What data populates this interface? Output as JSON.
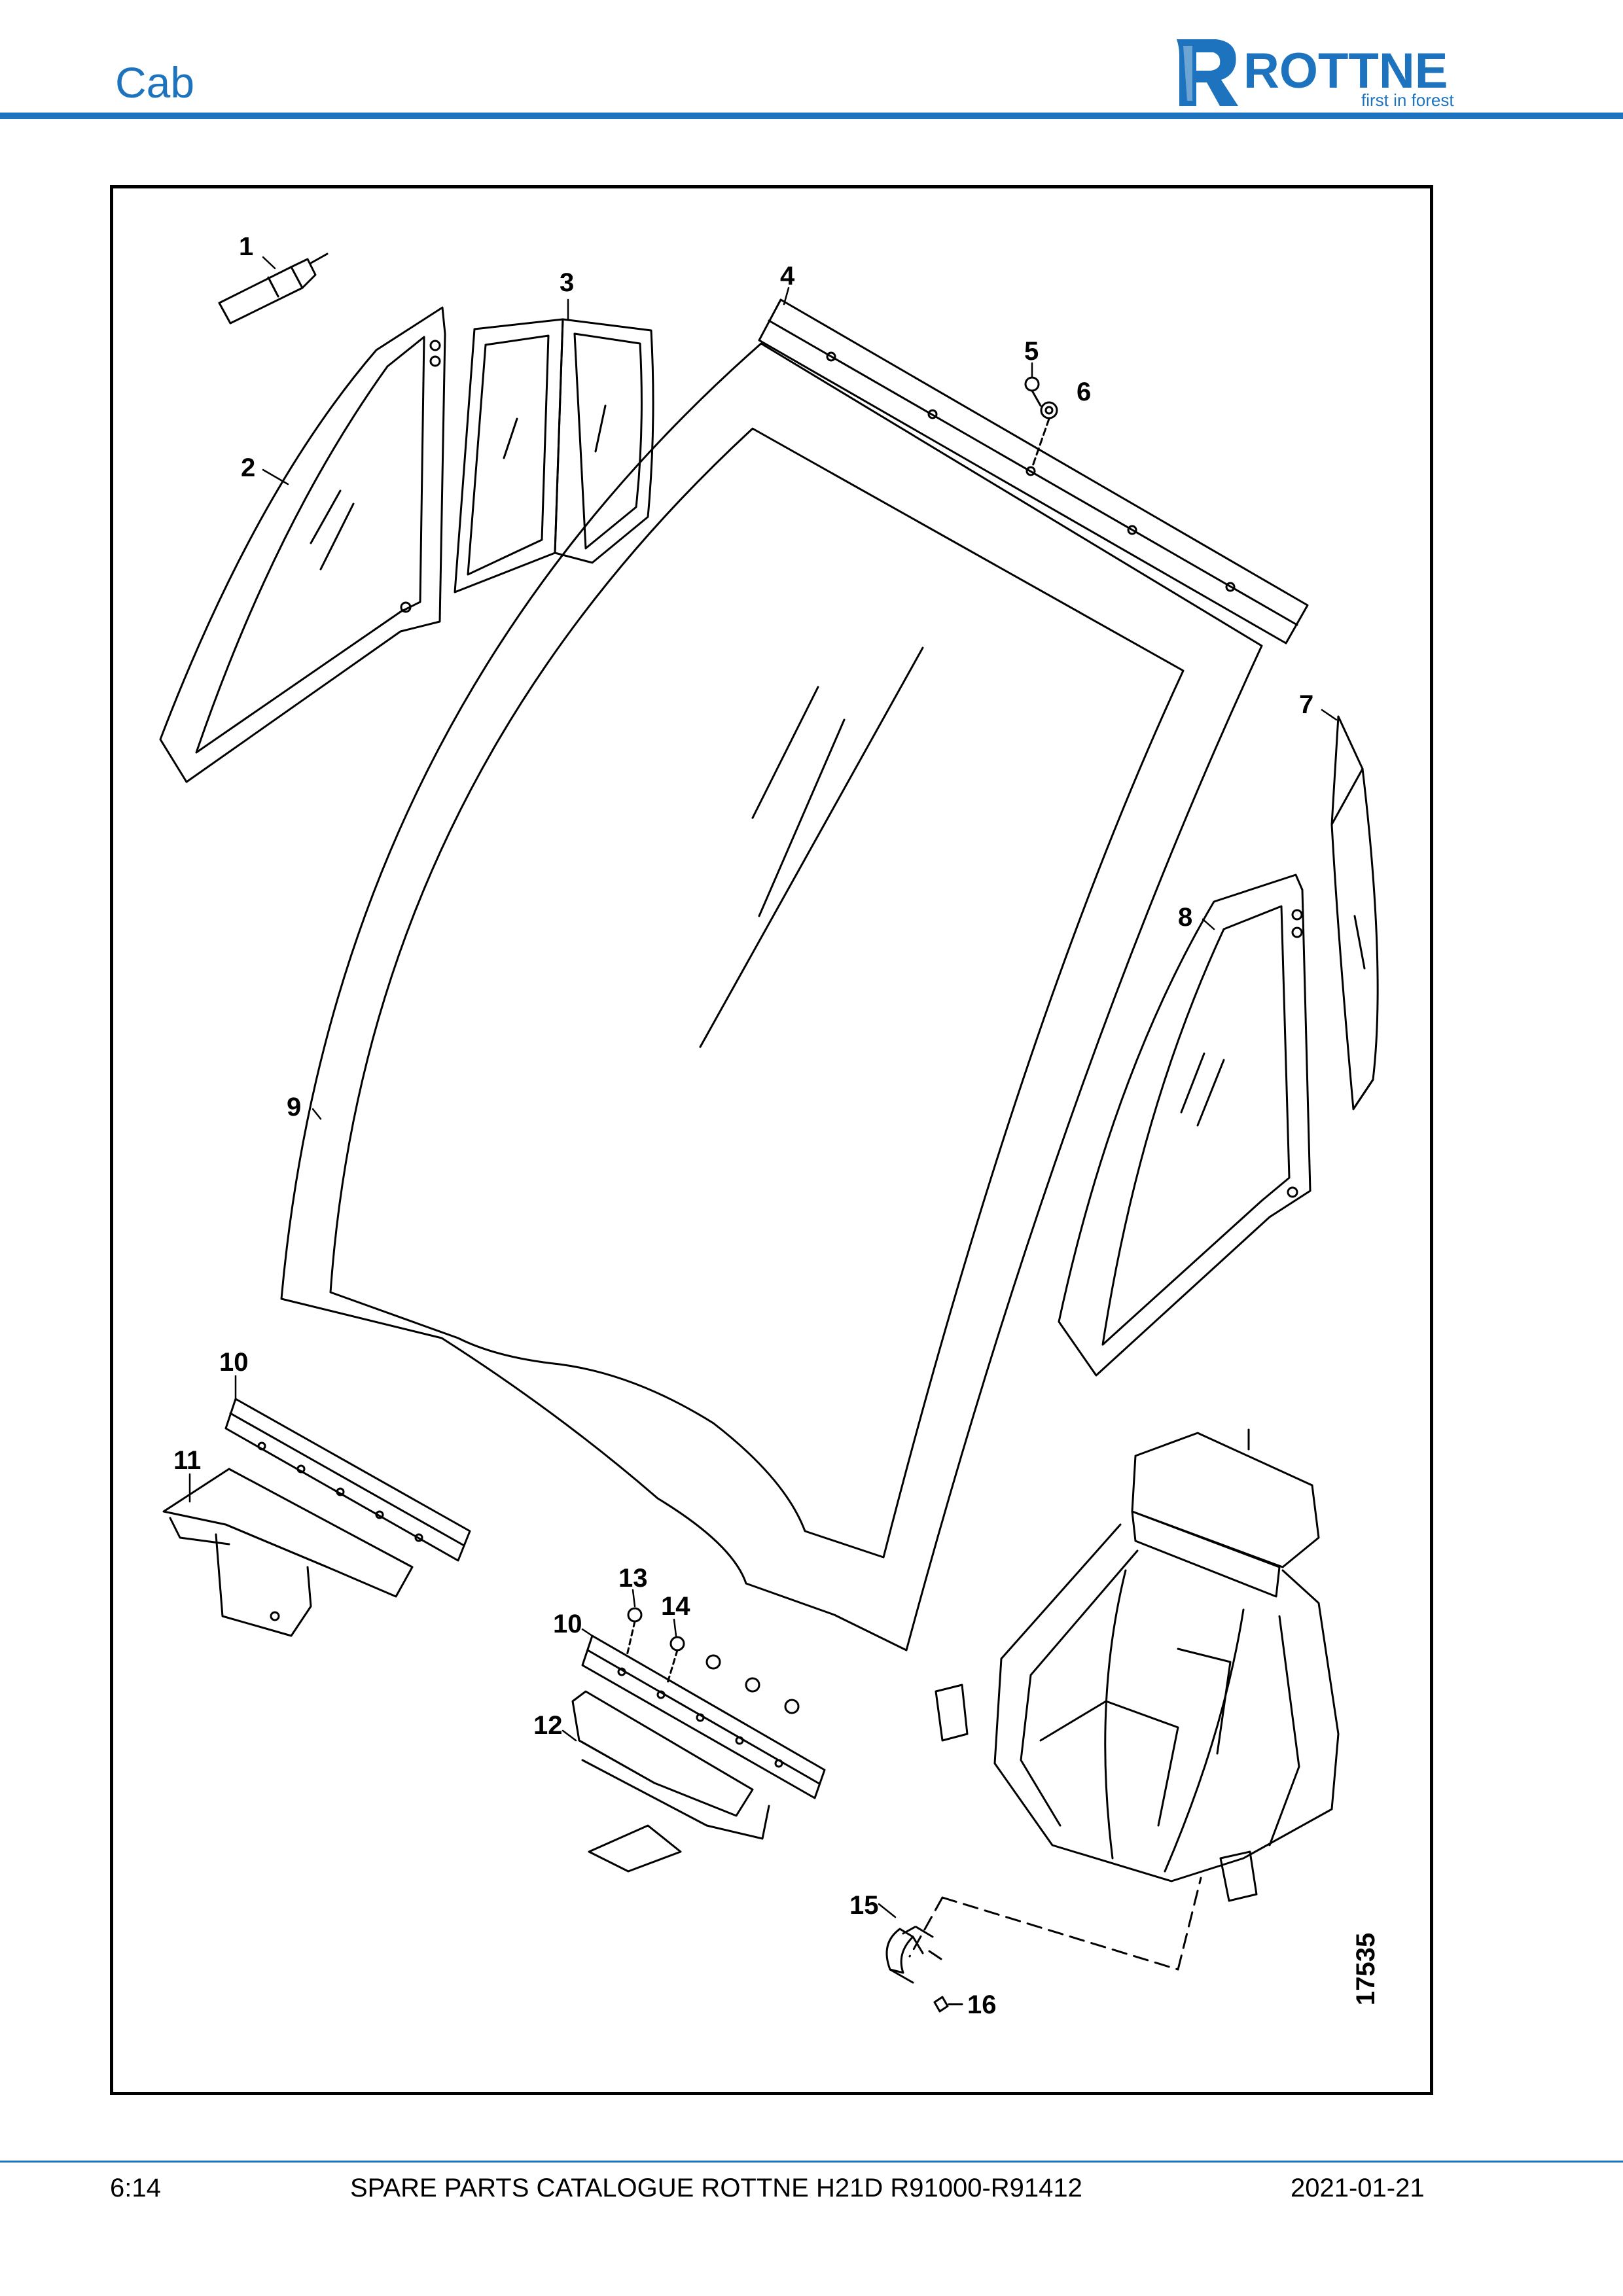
{
  "header": {
    "section_title": "Cab",
    "brand": {
      "name": "ROTTNE",
      "tagline": "first in forest",
      "color": "#1e73be"
    }
  },
  "diagram": {
    "drawing_number": "17535",
    "callouts": [
      "1",
      "2",
      "3",
      "4",
      "5",
      "6",
      "7",
      "8",
      "9",
      "10",
      "11",
      "13",
      "14",
      "10",
      "12",
      "15",
      "16"
    ]
  },
  "footer": {
    "page": "6:14",
    "title": "SPARE PARTS CATALOGUE ROTTNE H21D R91000-R91412",
    "date": "2021-01-21"
  },
  "colors": {
    "accent": "#1e73be",
    "line": "#000000"
  }
}
